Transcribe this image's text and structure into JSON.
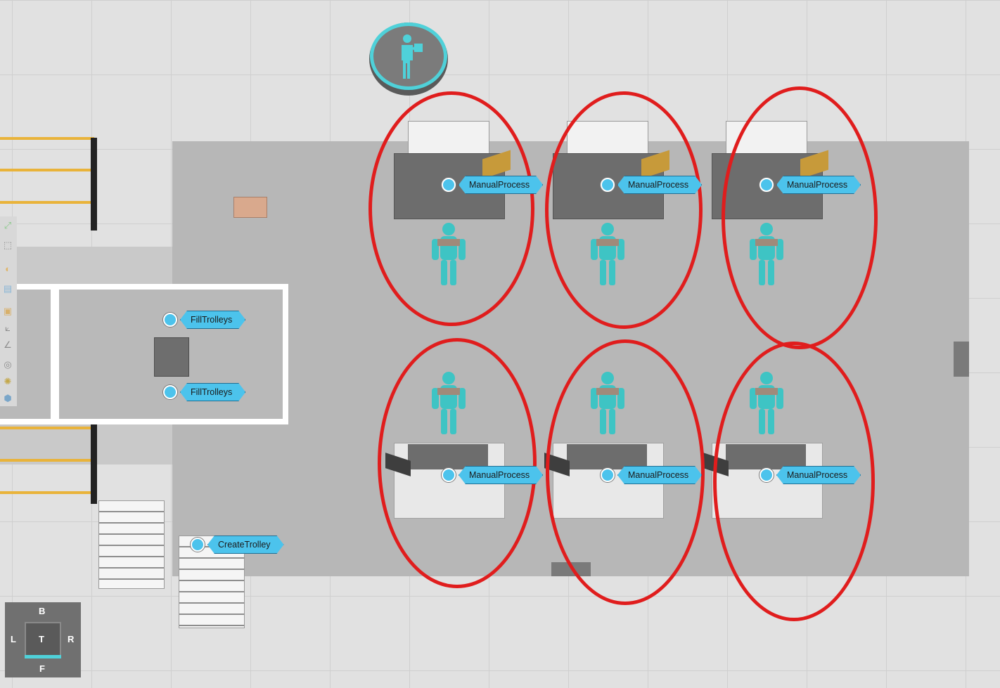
{
  "process_labels": {
    "manual_process": "ManualProcess",
    "fill_trolleys": "FillTrolleys",
    "create_trolley": "CreateTrolley"
  },
  "view_cube": {
    "back": "B",
    "left": "L",
    "top": "T",
    "right": "R",
    "front": "F"
  },
  "colors": {
    "accent": "#4cc3ec",
    "highlight_ring": "#e01d1d",
    "operator_badge": "#4fd1d9",
    "rack_bar": "#e9b33a"
  },
  "icons": {
    "operator": "operator-icon",
    "toolbar": [
      "fit-view-icon",
      "frame-selection-icon",
      "measure-icon",
      "layer-icon",
      "box-icon",
      "axis-icon",
      "angle-icon",
      "snap-icon",
      "render-icon",
      "material-icon"
    ]
  }
}
